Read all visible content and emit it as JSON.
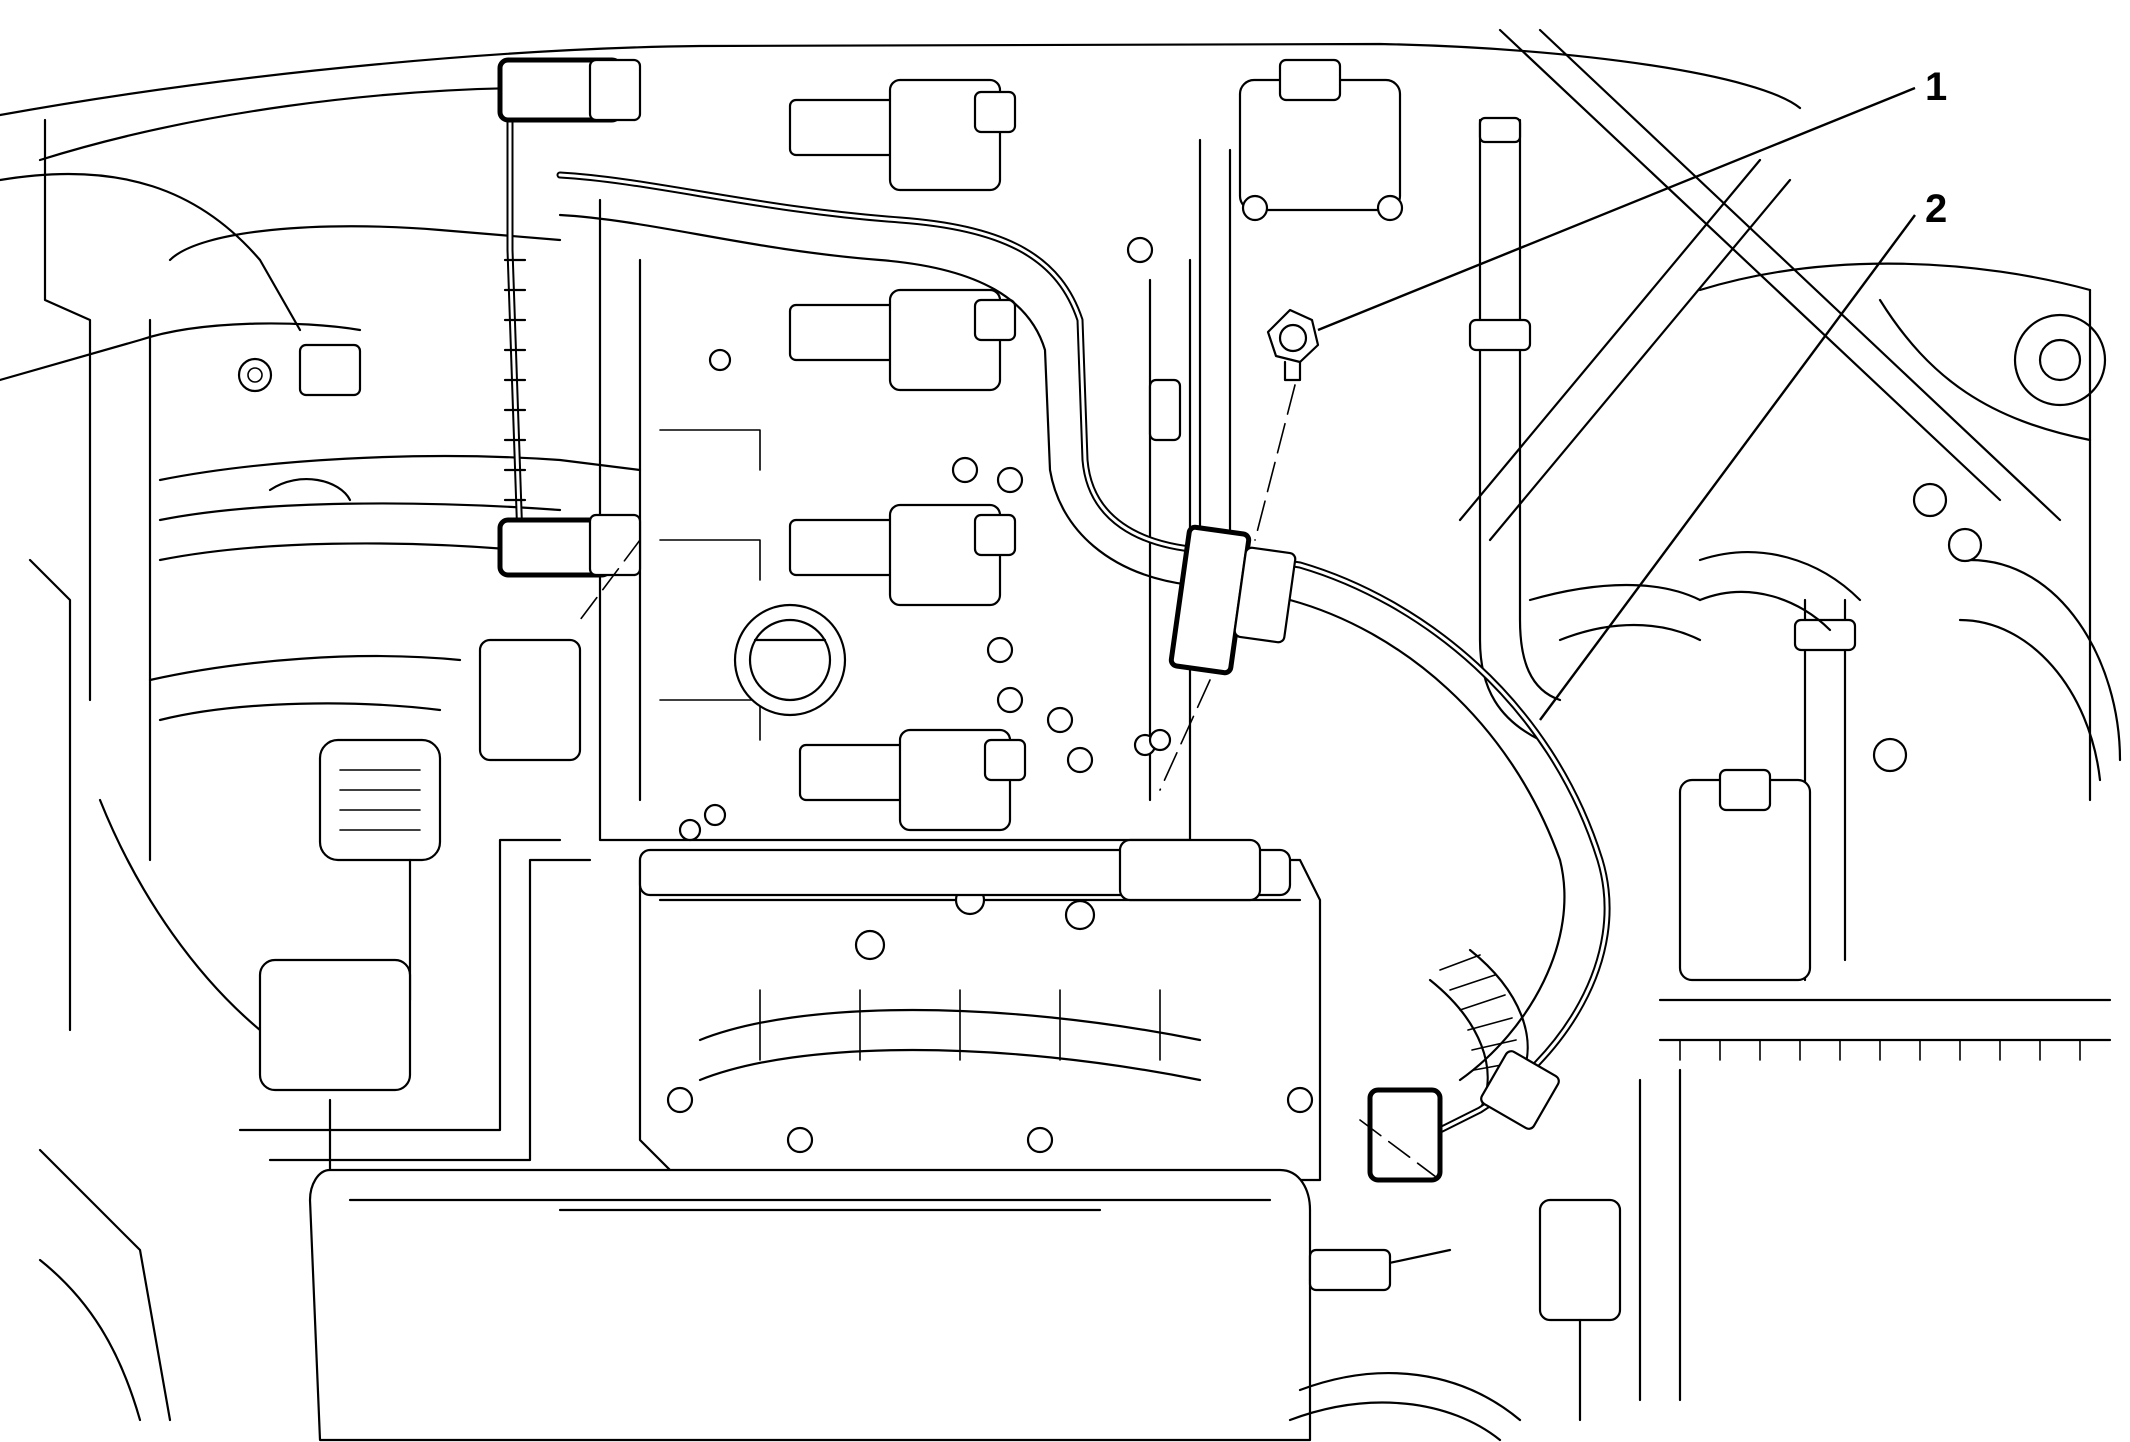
{
  "callouts": [
    {
      "id": "1",
      "label": "1",
      "target": "bolt"
    },
    {
      "id": "2",
      "label": "2",
      "target": "harness"
    }
  ],
  "colors": {
    "line": "#000000",
    "background": "#ffffff"
  }
}
